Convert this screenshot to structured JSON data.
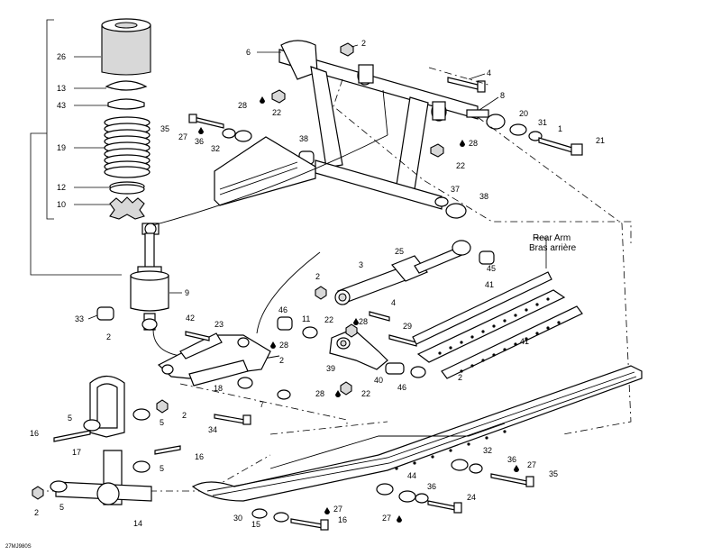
{
  "callouts": [
    "26",
    "13",
    "43",
    "19",
    "12",
    "10",
    "9",
    "33",
    "6",
    "2",
    "4",
    "8",
    "28",
    "22",
    "35",
    "27",
    "36",
    "32",
    "38",
    "20",
    "31",
    "1",
    "21",
    "37",
    "25",
    "45",
    "3",
    "41",
    "46",
    "11",
    "29",
    "42",
    "23",
    "39",
    "40",
    "18",
    "7",
    "34",
    "17",
    "16",
    "5",
    "14",
    "30",
    "15",
    "24",
    "44"
  ],
  "rear_arm": {
    "en": "Rear Arm",
    "fr": "Bras arrière"
  },
  "figure_code": "27MJ980S"
}
